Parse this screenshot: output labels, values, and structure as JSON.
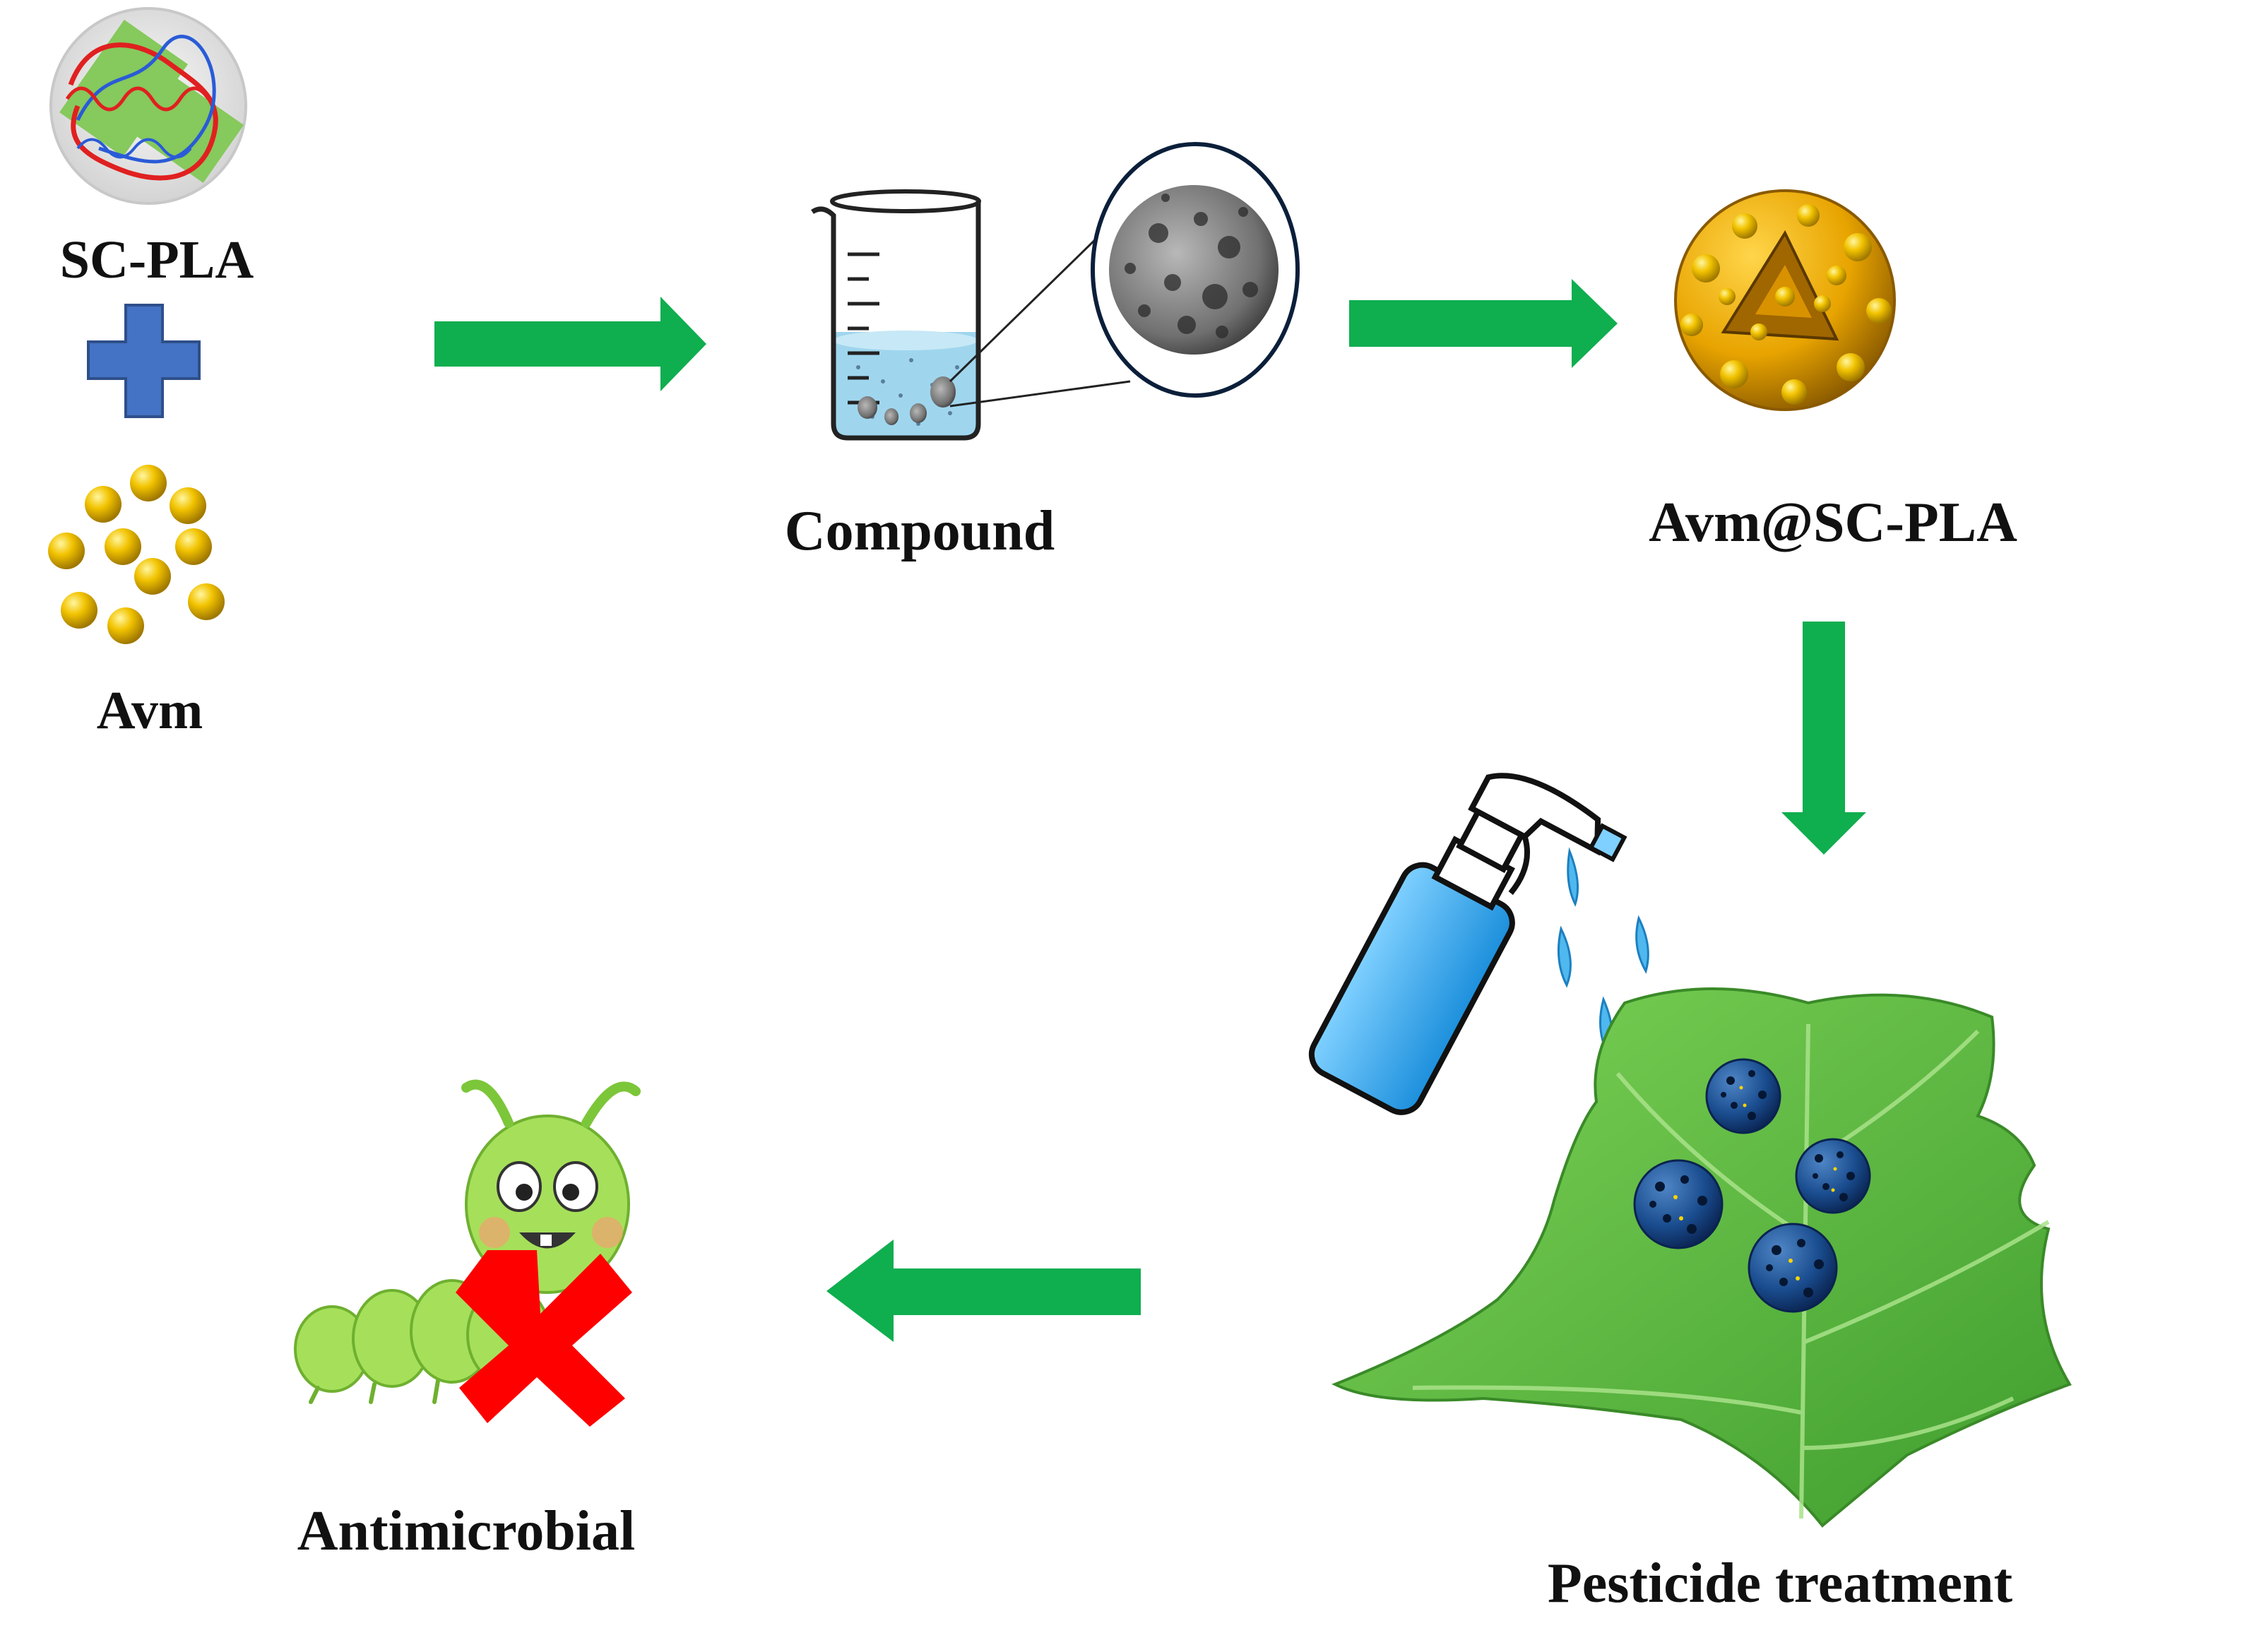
{
  "labels": {
    "sc_pla": "SC-PLA",
    "avm": "Avm",
    "compound": "Compound",
    "avm_sc_pla": "Avm@SC-PLA",
    "pesticide": "Pesticide treatment",
    "antimicrobial": "Antimicrobial"
  },
  "colors": {
    "arrow": "#0fae4f",
    "plus": "#4472c4",
    "avm_particle": "#f2c300",
    "shell": "#f0b000",
    "liquid": "#9fd6ee",
    "bottle": "#2fa5e8",
    "leaf": "#5cbf3d",
    "particle_blue": "#1a4d8f",
    "caterpillar": "#a6e05a",
    "cross": "#ff0000"
  },
  "icons": [
    "polymer-chain-icon",
    "plus-icon",
    "avm-particles-icon",
    "beaker-icon",
    "microscope-inset-icon",
    "core-shell-sphere-icon",
    "spray-bottle-icon",
    "leaf-icon",
    "caterpillar-icon",
    "cross-icon"
  ]
}
